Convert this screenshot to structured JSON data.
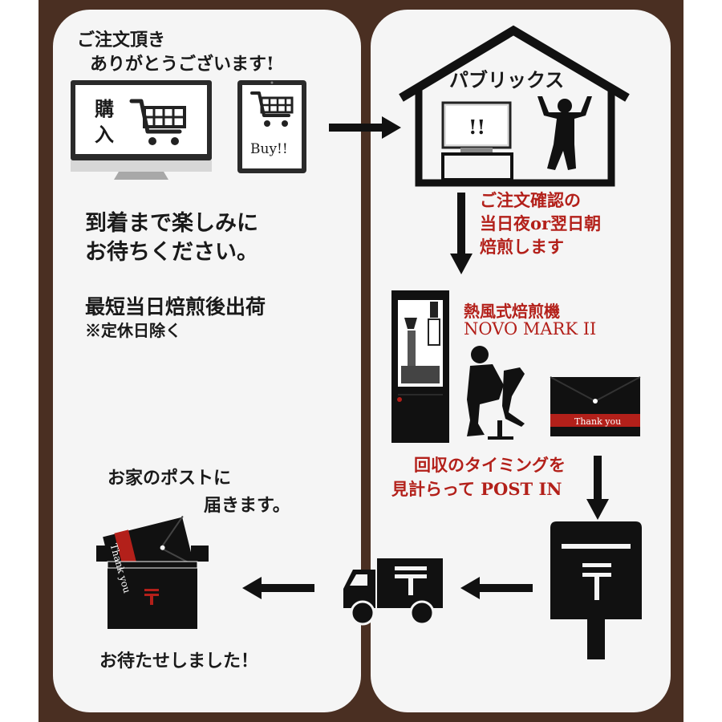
{
  "colors": {
    "frame": "#4a2f22",
    "panel": "#f5f5f5",
    "ink": "#111111",
    "accent_red": "#b3201a"
  },
  "steps": {
    "order": {
      "thanks_line1": "ご注文頂き",
      "thanks_line2": "ありがとうございます!",
      "monitor_label": "購\n入",
      "tablet_label": "Buy!!",
      "wait_line1": "到着まで楽しみに",
      "wait_line2": "お待ちください。",
      "ship_line": "最短当日焙煎後出荷",
      "holiday_note": "※定休日除く",
      "icons": [
        "desktop-monitor-icon",
        "shopping-cart-icon",
        "tablet-icon"
      ]
    },
    "shop": {
      "house_label": "パブリックス",
      "screen_text": "!!",
      "confirm_line1": "ご注文確認の",
      "confirm_line2": "当日夜or翌日朝",
      "confirm_line3": "焙煎します",
      "icons": [
        "house-icon",
        "computer-icon",
        "cheering-person-icon"
      ]
    },
    "roast": {
      "machine_line1": "熱風式焙煎機",
      "machine_line2": "NOVO MARK II",
      "envelope_label": "Thank you",
      "icons": [
        "roasting-machine-icon",
        "sitting-person-icon",
        "envelope-icon"
      ]
    },
    "post": {
      "timing_line1": "回収のタイミングを",
      "timing_line2": "見計らって POST IN",
      "icons": [
        "mailbox-icon",
        "postal-mark-icon",
        "delivery-truck-icon"
      ]
    },
    "delivered": {
      "arrive_line1": "お家のポストに",
      "arrive_line2": "届きます。",
      "envelope_label": "Thank you",
      "thanks_line": "お待たせしました！",
      "icons": [
        "home-mailbox-icon",
        "postal-mark-icon"
      ]
    }
  }
}
